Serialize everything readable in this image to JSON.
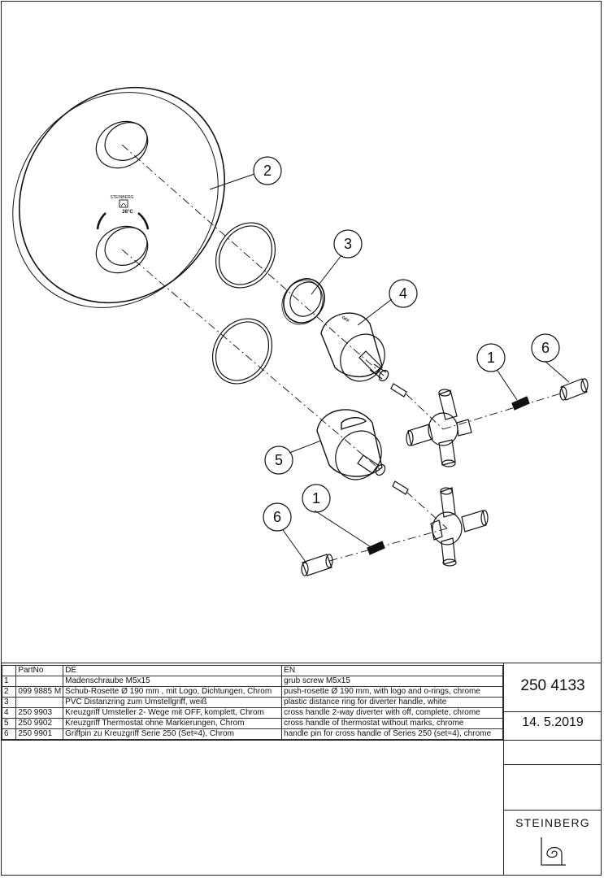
{
  "callouts": [
    "1",
    "2",
    "3",
    "4",
    "5",
    "6"
  ],
  "rosette": {
    "brand": "STEINBERG",
    "temperature": "38°C"
  },
  "diverter": {
    "off_mark": "OFF"
  },
  "parts_table": {
    "headers": [
      "",
      "PartNo",
      "DE",
      "EN"
    ],
    "rows": [
      [
        "1",
        "",
        "Madenschraube M5x15",
        "grub screw M5x15"
      ],
      [
        "2",
        "099 9885 M",
        "Schub-Rosette Ø 190 mm , mit Logo, Dichtungen, Chrom",
        "push-rosette Ø 190 mm, with logo and o-rings, chrome"
      ],
      [
        "3",
        "",
        "PVC Distanzring zum Umstellgriff, weiß",
        "plastic distance ring for diverter handle, white"
      ],
      [
        "4",
        "250 9903",
        "Kreuzgriff Umsteller 2- Wege mit OFF, komplett, Chrom",
        "cross handle 2-way diverter with off, complete, chrome"
      ],
      [
        "5",
        "250 9902",
        "Kreuzgriff Thermostat ohne Markierungen, Chrom",
        "cross handle of thermostat without marks, chrome"
      ],
      [
        "6",
        "250 9901",
        "Griffpin zu Kreuzgriff Serie 250 (Set=4), Chrom",
        "handle pin for cross handle of Series 250 (set=4), chrome"
      ]
    ]
  },
  "title_block": {
    "document_number": "250 4133",
    "date": "14. 5.2019",
    "brand": "STEINBERG"
  }
}
